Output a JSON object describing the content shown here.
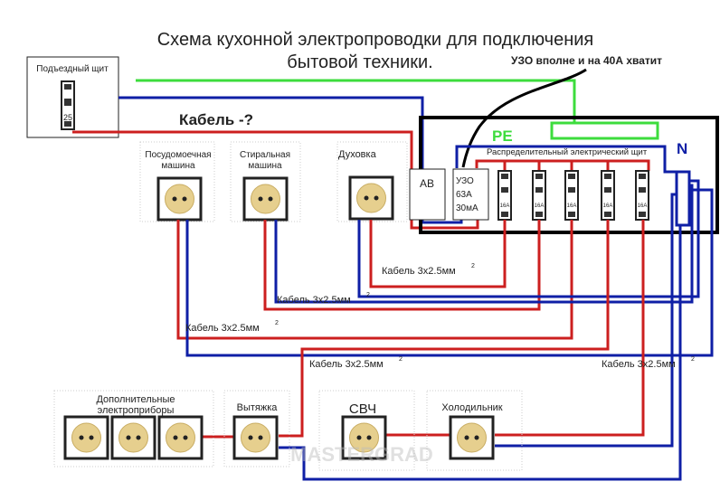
{
  "title": {
    "line1": "Схема кухонной электропроводки для подключения",
    "line2": "бытовой техники."
  },
  "annotation": "УЗО вполне и на 40А хватит",
  "entry_panel": {
    "label": "Подъездный щит",
    "breaker_rating": "25"
  },
  "cable_question": "Кабель -?",
  "panel": {
    "title": "Распределительный электрический щит",
    "pe_label": "PE",
    "n_label": "N",
    "ab_label": "АВ",
    "rcd_lines": [
      "УЗО",
      "63А",
      "30мА"
    ],
    "breakers": [
      "16А",
      "16А",
      "16А",
      "16А",
      "16А"
    ]
  },
  "appliances_top": [
    {
      "label_lines": [
        "Посудомоечная",
        "машина"
      ]
    },
    {
      "label_lines": [
        "Стиральная",
        "машина"
      ]
    },
    {
      "label_lines": [
        "Духовка"
      ]
    }
  ],
  "appliances_bottom": [
    {
      "label_lines": [
        "Дополнительные",
        "электроприборы"
      ]
    },
    {
      "label_lines": [
        "Вытяжка"
      ]
    },
    {
      "label_lines": [
        "СВЧ"
      ]
    },
    {
      "label_lines": [
        "Холодильник"
      ]
    }
  ],
  "cable_label": "Кабель 3х2.5мм",
  "cable_sup": "2",
  "watermark": "MASTERGRAD",
  "colors": {
    "phase": "#cc1f1f",
    "neutral": "#0f1fa6",
    "earth": "#3ddc3d",
    "outlet": "#e6cf8e"
  }
}
